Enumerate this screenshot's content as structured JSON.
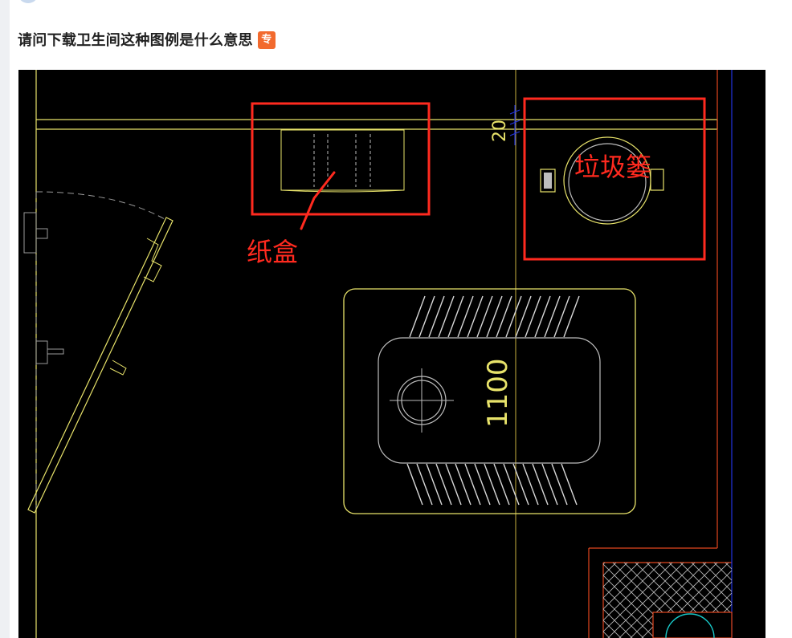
{
  "question": {
    "title": "请问下载卫生间这种图例是什么意思",
    "badge": "专"
  },
  "drawing": {
    "labels": {
      "tissue_box": "纸盒",
      "trash_bin": "垃圾篓",
      "dim_top": "20",
      "dim_toilet": "1100"
    },
    "colors": {
      "background": "#000000",
      "wall": "#e8e36a",
      "annotation": "#ff2a1f",
      "door": "#9a9a9a",
      "axis": "#c8b040",
      "blue_line": "#2233dd",
      "cyan": "#18c8c8"
    }
  }
}
